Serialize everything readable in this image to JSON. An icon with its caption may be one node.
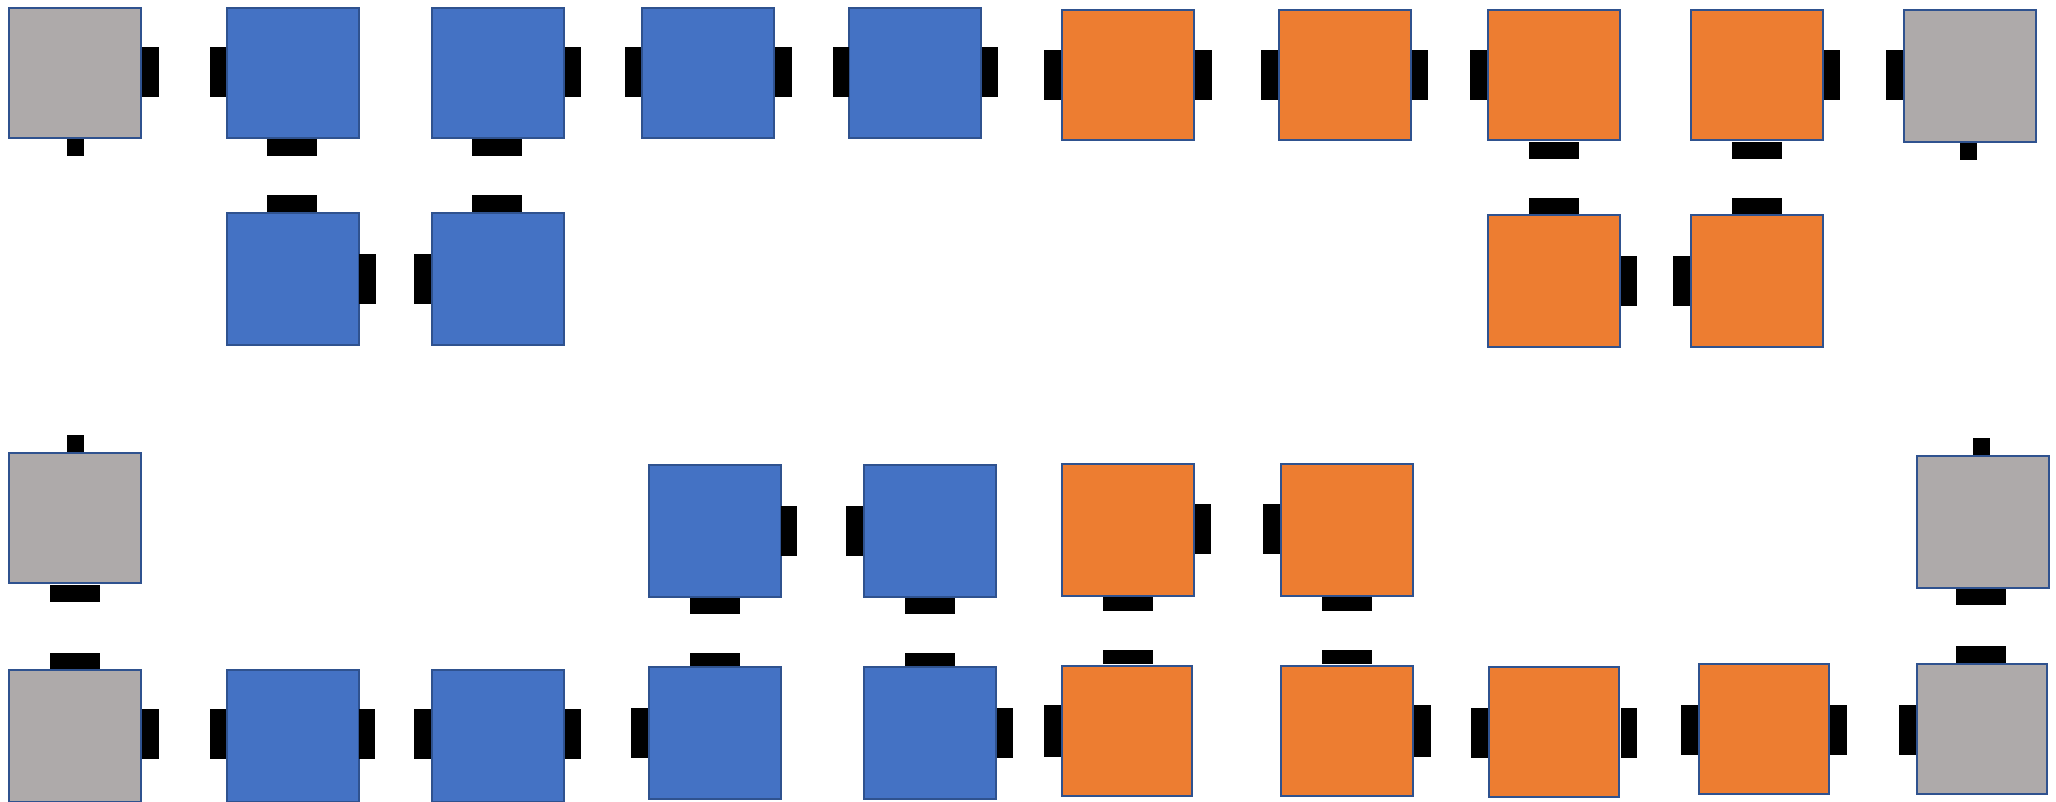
{
  "diagram": {
    "nodes": [
      {
        "text": [],
        "shape": "box"
      },
      {
        "text": [],
        "shape": "box"
      },
      {
        "text": [],
        "shape": "box"
      },
      {
        "text": [],
        "shape": "box"
      },
      {
        "text": [],
        "shape": "box"
      },
      {
        "text": [],
        "shape": "box"
      },
      {
        "text": [],
        "shape": "box"
      },
      {
        "text": [],
        "shape": "box"
      },
      {
        "text": [],
        "shape": "box"
      },
      {
        "text": [],
        "shape": "box"
      },
      {
        "text": [],
        "shape": "box"
      },
      {
        "text": [],
        "shape": "box"
      },
      {
        "text": [],
        "shape": "box"
      },
      {
        "text": [],
        "shape": "box"
      },
      {
        "text": [],
        "shape": "box"
      },
      {
        "text": [],
        "shape": "box"
      },
      {
        "text": [],
        "shape": "box"
      },
      {
        "text": [],
        "shape": "box"
      },
      {
        "text": [],
        "shape": "box"
      },
      {
        "text": [],
        "shape": "box"
      },
      {
        "text": [],
        "shape": "box"
      },
      {
        "text": [],
        "shape": "box"
      },
      {
        "text": [],
        "shape": "box"
      },
      {
        "text": [],
        "shape": "box"
      },
      {
        "text": [],
        "shape": "box"
      },
      {
        "text": [],
        "shape": "box"
      },
      {
        "text": [],
        "shape": "box"
      },
      {
        "text": [],
        "shape": "box"
      },
      {
        "text": [],
        "shape": "box"
      },
      {
        "text": [],
        "shape": "box"
      }
    ]
  }
}
